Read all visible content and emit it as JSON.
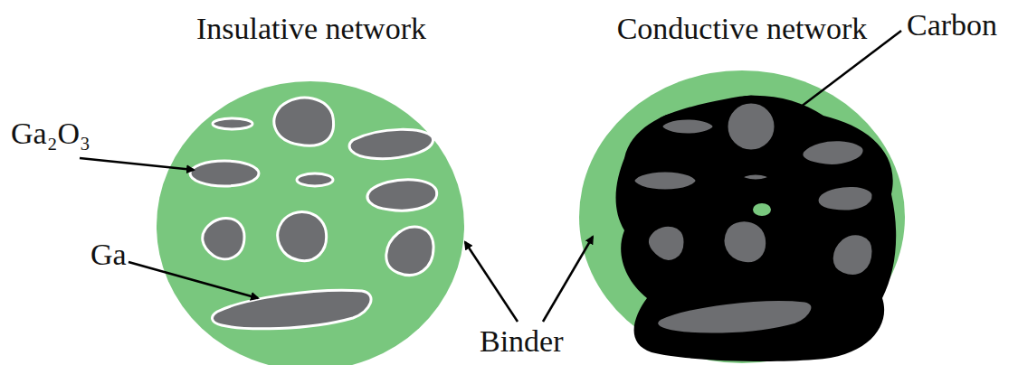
{
  "diagram": {
    "nodes": [
      {
        "text": [
          "Insulative network"
        ]
      },
      {
        "text": [
          "Conductive network"
        ]
      }
    ],
    "labels": [
      "Ga₂O₃",
      "Ga",
      "Carbon",
      "Binder"
    ]
  }
}
